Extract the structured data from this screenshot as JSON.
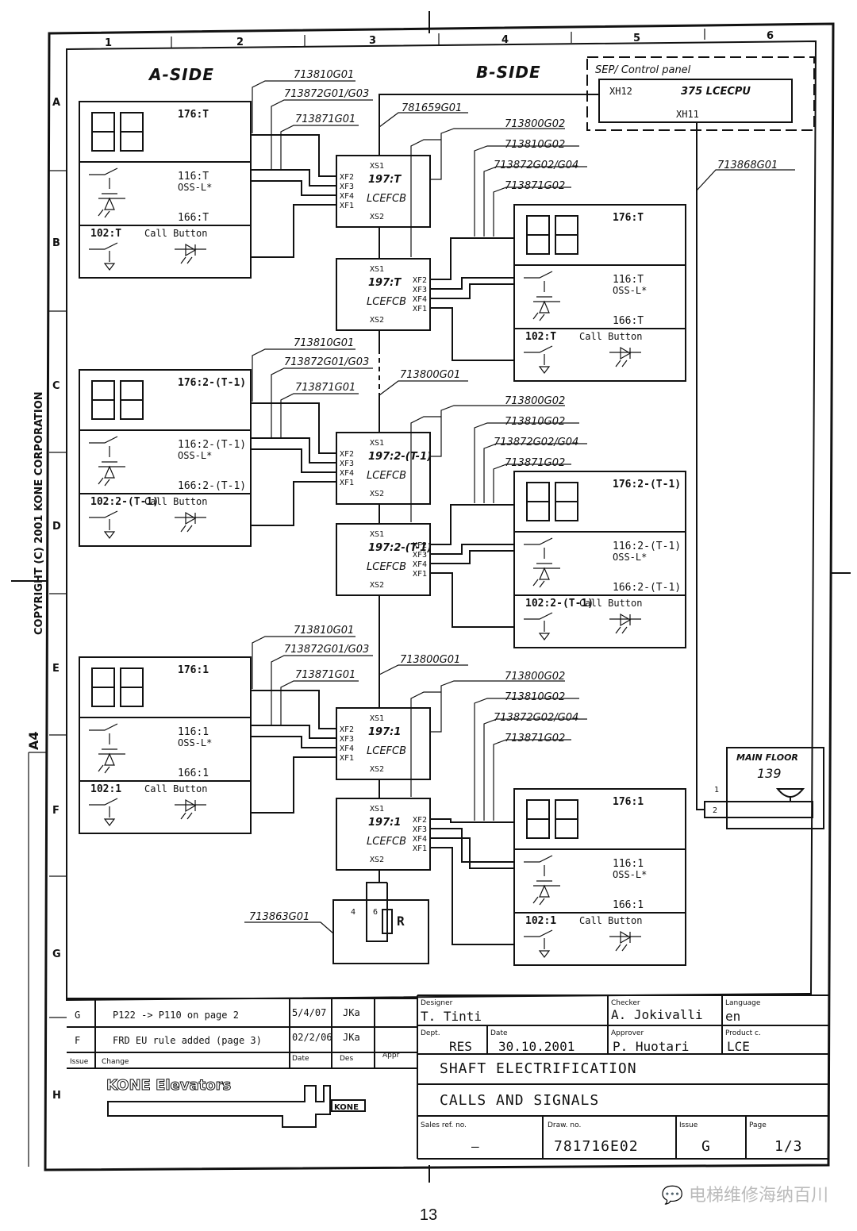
{
  "sides": {
    "a": "A-SIDE",
    "b": "B-SIDE"
  },
  "grid": {
    "cols": [
      "1",
      "2",
      "3",
      "4",
      "5",
      "6"
    ],
    "rows": [
      "A",
      "B",
      "C",
      "D",
      "E",
      "F",
      "G",
      "H"
    ]
  },
  "copyright": "COPYRIGHT (C) 2001 KONE CORPORATION",
  "paper_size": "A4",
  "control_panel": {
    "title": "SEP/ Control panel",
    "xh12": "XH12",
    "cpu": "375 LCECPU",
    "xh11": "XH11"
  },
  "trunk_cables": {
    "c1": "781659G01",
    "c2": "713800G01",
    "c3": "713800G01",
    "side": "713868G01"
  },
  "a_cables": [
    "713810G01",
    "713872G01/G03",
    "713871G01"
  ],
  "b_cables": [
    "713800G02",
    "713810G02",
    "713872G02/G04",
    "713871G02"
  ],
  "floors": [
    {
      "pos": "176:T",
      "oss": "116:T",
      "ossl": "OSS-L*",
      "n166": "166:T",
      "call": "102:T",
      "callbtn": "Call Button",
      "fcb": "197:T"
    },
    {
      "pos": "176:2-(T-1)",
      "oss": "116:2-(T-1)",
      "ossl": "OSS-L*",
      "n166": "166:2-(T-1)",
      "call": "102:2-(T-1)",
      "callbtn": "Call Button",
      "fcb": "197:2-(T-1)"
    },
    {
      "pos": "176:1",
      "oss": "116:1",
      "ossl": "OSS-L*",
      "n166": "166:1",
      "call": "102:1",
      "callbtn": "Call Button",
      "fcb": "197:1"
    }
  ],
  "lce": {
    "name": "LCEFCB",
    "xs1": "XS1",
    "xs2": "XS2",
    "xf2": "XF2",
    "xf3": "XF3",
    "xf4": "XF4",
    "xf1": "XF1"
  },
  "terminator": {
    "cable": "713863G01",
    "pin4": "4",
    "pin6": "6",
    "r": "R"
  },
  "main_floor": {
    "label": "MAIN FLOOR",
    "num": "139",
    "pin1": "1",
    "pin2": "2"
  },
  "revisions": [
    {
      "issue": "G",
      "change": "P122 -> P110 on page 2",
      "date": "5/4/07",
      "des": "JKa"
    },
    {
      "issue": "F",
      "change": "FRD EU rule added (page 3)",
      "date": "02/2/06",
      "des": "JKa"
    }
  ],
  "rev_headers": {
    "issue": "Issue",
    "change": "Change",
    "date": "Date",
    "des": "Des",
    "appr": "Appr"
  },
  "company": "KONE Elevators",
  "company_logo_text": "KONE",
  "title_block": {
    "designer_lbl": "Designer",
    "designer": "T. Tinti",
    "checker_lbl": "Checker",
    "checker": "A. Jokivalli",
    "language_lbl": "Language",
    "language": "en",
    "dept_lbl": "Dept.",
    "dept": "RES",
    "date_lbl": "Date",
    "date": "30.10.2001",
    "approver_lbl": "Approver",
    "approver": "P. Huotari",
    "product_lbl": "Product c.",
    "product": "LCE",
    "title1": "SHAFT ELECTRIFICATION",
    "title2": "CALLS AND SIGNALS",
    "sales_lbl": "Sales ref. no.",
    "sales": "–",
    "draw_lbl": "Draw. no.",
    "draw": "781716E02",
    "issue_lbl": "Issue",
    "issue": "G",
    "page_lbl": "Page",
    "page": "1/3"
  },
  "page_number": "13",
  "watermark": "💬 电梯维修海纳百川"
}
